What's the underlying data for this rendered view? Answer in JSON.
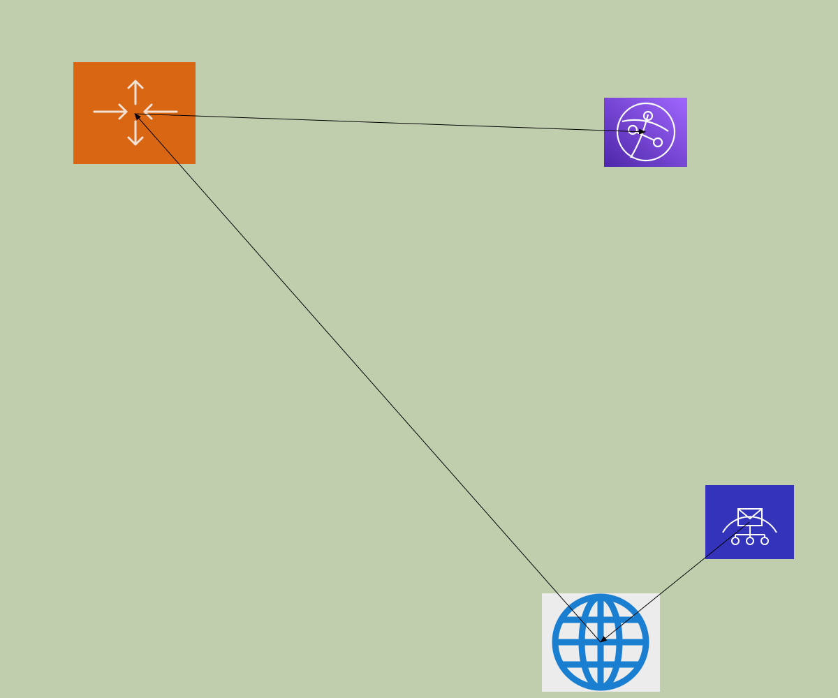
{
  "diagram": {
    "background": "#c1cead",
    "nodes": [
      {
        "id": "router",
        "icon": "router-arrows-icon",
        "color": "#d86613"
      },
      {
        "id": "cloudfront",
        "icon": "cloudfront-icon",
        "color": "#8c4fff"
      },
      {
        "id": "sns",
        "icon": "sns-icon",
        "color": "#3334b9"
      },
      {
        "id": "internet",
        "icon": "globe-icon",
        "color": "#1a7fd0"
      }
    ],
    "edges": [
      {
        "from": "router",
        "to": "cloudfront"
      },
      {
        "from": "internet",
        "to": "router"
      },
      {
        "from": "sns",
        "to": "internet"
      }
    ]
  }
}
